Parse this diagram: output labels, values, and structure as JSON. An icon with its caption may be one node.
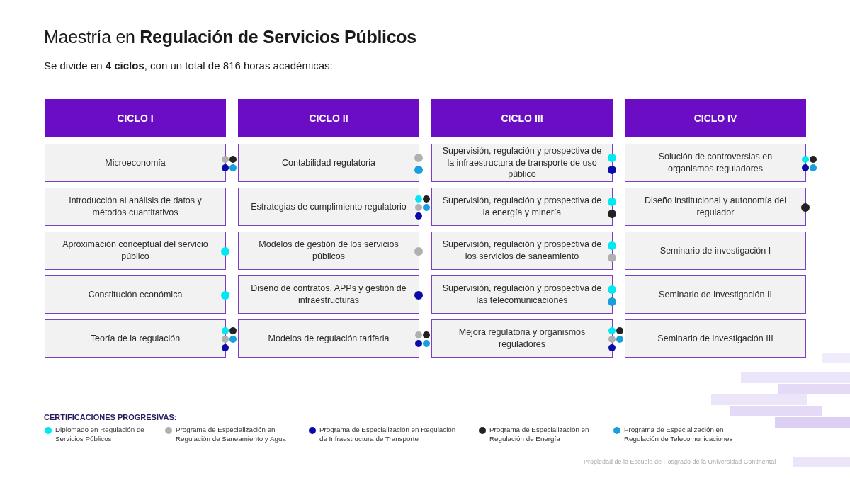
{
  "diagram": {
    "title": "Maestría en **Regulación de Servicios Públicos**",
    "nodes": [
      {
        "text": [
          "CICLO I"
        ]
      },
      {
        "text": [
          "Microeconomía"
        ]
      },
      {
        "text": [
          "Introducción al análisis de datos y métodos cuantitativos"
        ]
      },
      {
        "text": [
          "Aproximación conceptual del servicio público"
        ]
      },
      {
        "text": [
          "Constitución económica"
        ]
      },
      {
        "text": [
          "Teoría de la regulación"
        ]
      },
      {
        "text": [
          "CICLO II"
        ]
      },
      {
        "text": [
          "Contabilidad regulatoria"
        ]
      },
      {
        "text": [
          "Estrategias de cumplimiento regulatorio"
        ]
      },
      {
        "text": [
          "Modelos de gestión de los servicios públicos"
        ]
      },
      {
        "text": [
          "Diseño de contratos, APPs y gestión de infraestructuras"
        ]
      },
      {
        "text": [
          "Modelos de regulación tarifaria"
        ]
      },
      {
        "text": [
          "CICLO III"
        ]
      },
      {
        "text": [
          "Supervisión, regulación y prospectiva de la infraestructura de transporte de uso público"
        ]
      },
      {
        "text": [
          "Supervisión, regulación y prospectiva de la energía y minería"
        ]
      },
      {
        "text": [
          "Supervisión, regulación y prospectiva de los servicios de saneamiento"
        ]
      },
      {
        "text": [
          "Supervisión, regulación y prospectiva de las telecomunicaciones"
        ]
      },
      {
        "text": [
          "Mejora regulatoria y organismos reguladores"
        ]
      },
      {
        "text": [
          "CICLO IV"
        ]
      },
      {
        "text": [
          "Solución de controversias en organismos reguladores"
        ]
      },
      {
        "text": [
          "Diseño institucional y autonomía del regulador"
        ]
      },
      {
        "text": [
          "Seminario de investigación I"
        ]
      },
      {
        "text": [
          "Seminario de investigación II"
        ]
      },
      {
        "text": [
          "Seminario de investigación III"
        ]
      }
    ],
    "labels": [
      "Se divide en **4 ciclos**, con un total de 816 horas académicas:",
      "CERTIFICACIONES PROGRESIVAS:",
      "Propiedad de la Escuela de Posgrado de la Universidad Continental"
    ],
    "legend": [
      {
        "text": "Diplomado en Regulación de Servicios Públicos",
        "color": "#00e8f0"
      },
      {
        "text": "Programa de Especialización en Regulación de Saneamiento y Agua",
        "color": "#b0b0b0"
      },
      {
        "text": "Programa de Especialización en Regulación de Infraestructura de Transporte",
        "color": "#0a0aa8"
      },
      {
        "text": "Programa de Especialización en Regulación de Energía",
        "color": "#222222"
      },
      {
        "text": "Programa de Especialización en Regulación de Telecomunicaciones",
        "color": "#18a0dc"
      }
    ]
  }
}
